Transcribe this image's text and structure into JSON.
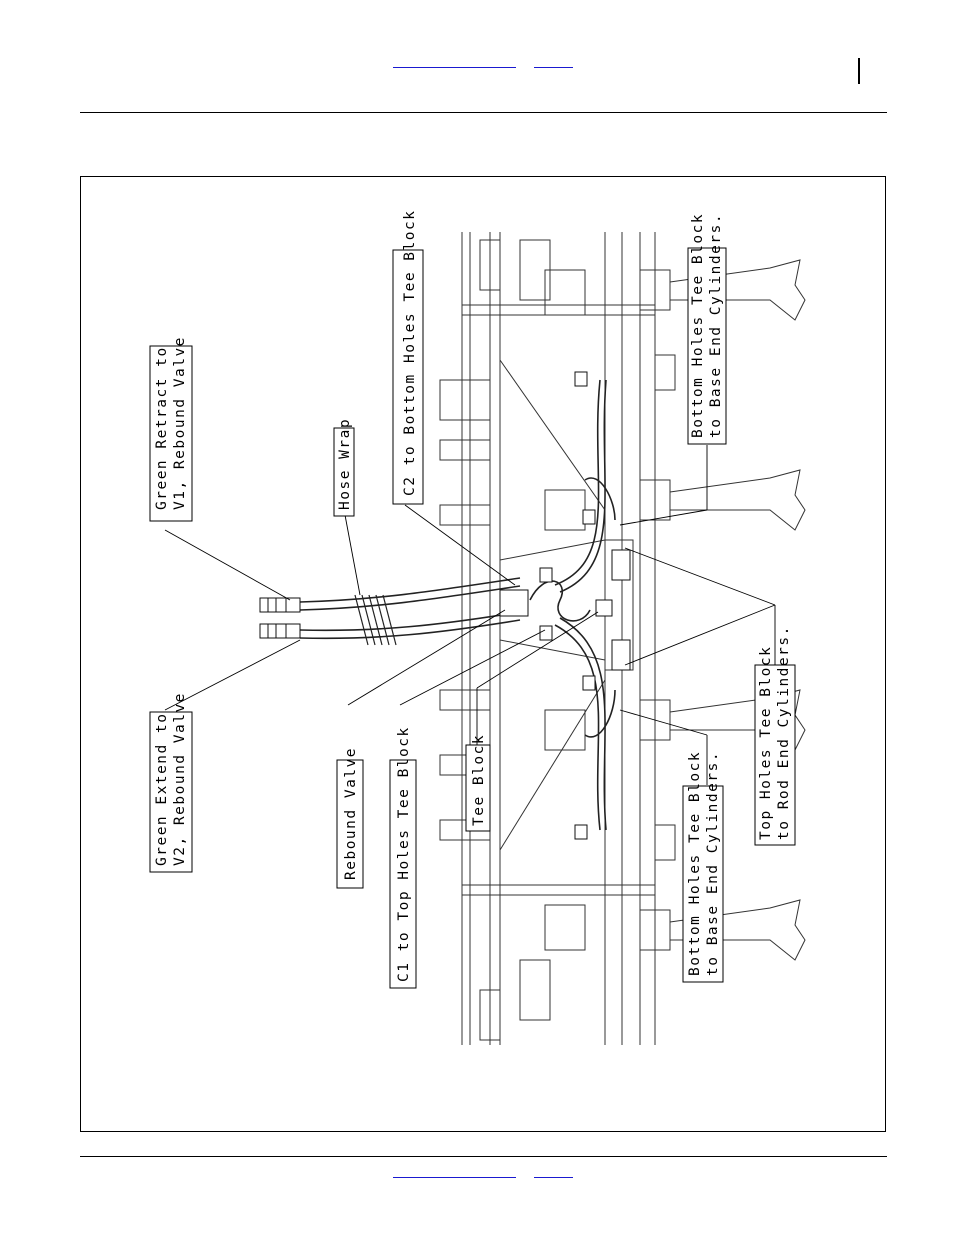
{
  "labels": {
    "green_retract": [
      "Green Retract to",
      "V1, Rebound Valve"
    ],
    "hose_wrap": "Hose Wrap",
    "c2_bottom": "C2 to Bottom Holes Tee Block",
    "bottom_base_right": [
      "Bottom Holes Tee Block",
      "to Base End Cylinders."
    ],
    "green_extend": [
      "Green Extend to",
      "V2, Rebound Valve"
    ],
    "rebound_valve": "Rebound Valve",
    "c1_top": "C1 to Top Holes Tee Block",
    "tee_block": "Tee Block",
    "bottom_base_left": [
      "Bottom Holes Tee Block",
      "to Base End Cylinders."
    ],
    "top_rod": [
      "Top Holes Tee Block",
      "to Rod End Cylinders."
    ]
  }
}
